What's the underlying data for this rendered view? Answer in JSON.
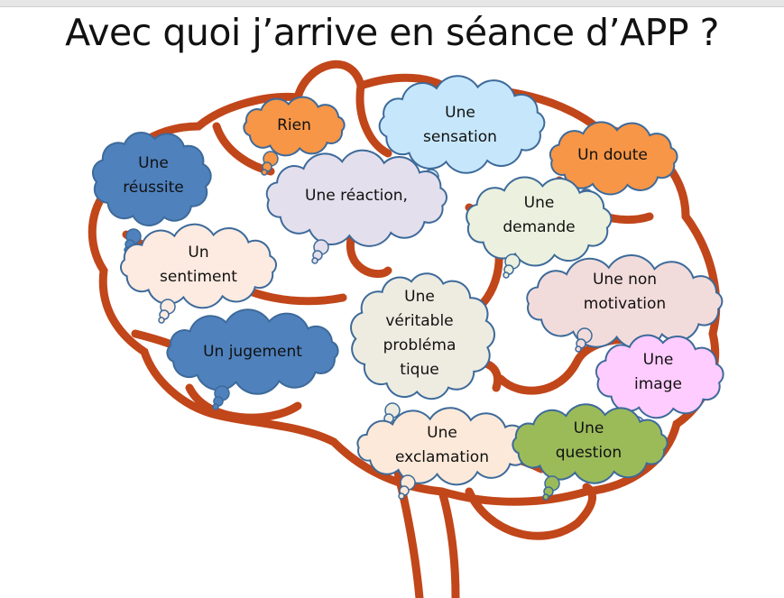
{
  "title": "Avec quoi j’arrive en séance d’APP ?",
  "colors": {
    "brain": "#c1461a",
    "cloud_border": "#3d6a9a"
  },
  "clouds": {
    "rien": {
      "text": "Rien",
      "fill": "#f79646"
    },
    "sensation": {
      "line1": "Une",
      "line2": "sensation",
      "fill": "#c6e7fb"
    },
    "doute": {
      "text": "Un doute",
      "fill": "#f79646"
    },
    "reussite": {
      "line1": "Une",
      "line2": "réussite",
      "fill": "#4f81bd"
    },
    "reaction": {
      "text": "Une réaction,",
      "fill": "#e4dfec"
    },
    "demande": {
      "line1": "Une",
      "line2": "demande",
      "fill": "#ebf1de"
    },
    "sentiment": {
      "line1": "Un",
      "line2": "sentiment",
      "fill": "#fdeae0"
    },
    "non_motivation": {
      "line1": "Une non",
      "line2": "motivation",
      "fill": "#f2dcdb"
    },
    "problematique": {
      "line1": "Une",
      "line2": "véritable",
      "line3": "probléma",
      "line4": "tique",
      "fill": "#eeece1"
    },
    "jugement": {
      "text": "Un jugement",
      "fill": "#4f81bd"
    },
    "image": {
      "line1": "Une",
      "line2": "image",
      "fill": "#ffccff"
    },
    "exclamation": {
      "line1": "Une",
      "line2": "exclamation",
      "fill": "#fde9d9"
    },
    "question": {
      "line1": "Une",
      "line2": "question",
      "fill": "#9bbb59"
    }
  }
}
